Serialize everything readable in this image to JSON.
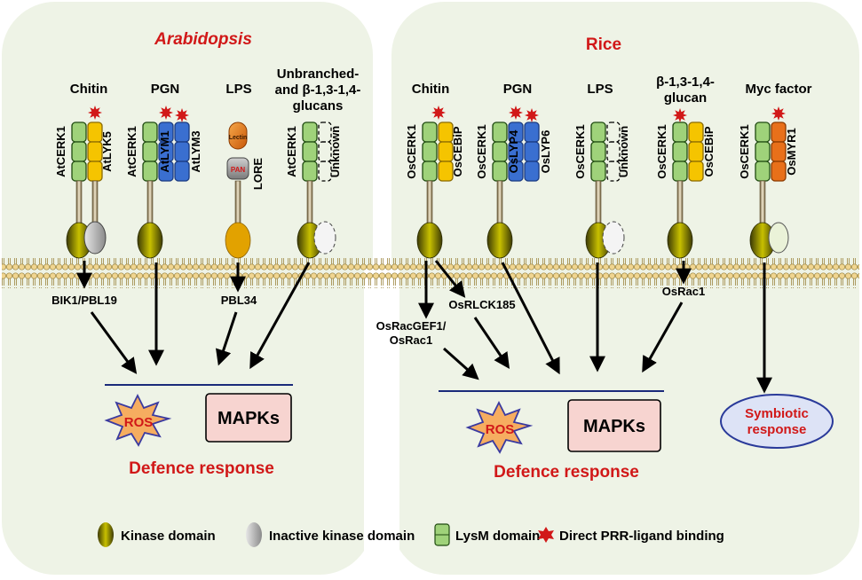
{
  "colors": {
    "panel_bg": "#eef3e6",
    "lysm_green": "#9fd27a",
    "yellow_receptor": "#f5c400",
    "blue_receptor": "#3a6fd0",
    "orange_receptor": "#e8701a",
    "kinase_gradient": [
      "#3c3a05",
      "#c8c000"
    ],
    "binding_star": "#d11818",
    "title_red": "#d11818",
    "mapk_box": "#f7d4d0"
  },
  "arabidopsis": {
    "title": "Arabidopsis",
    "ligands": [
      "Chitin",
      "PGN",
      "LPS",
      "Unbranched-",
      "and β-1,3-1,4-",
      "glucans"
    ],
    "receptors": [
      "AtCERK1",
      "AtLYK5",
      "AtCERK1",
      "AtLYM1",
      "AtLYM3",
      "Lectin",
      "PAN",
      "LORE",
      "AtCERK1",
      "Unknown"
    ],
    "signals": [
      "BIK1/PBL19",
      "PBL34"
    ],
    "ros": "ROS",
    "mapk": "MAPKs",
    "response": "Defence response"
  },
  "rice": {
    "title": "Rice",
    "ligands": [
      "Chitin",
      "PGN",
      "LPS",
      "β-1,3-1,4-",
      "glucan",
      "Myc factor"
    ],
    "receptors": [
      "OsCERK1",
      "OsCEBiP",
      "OsCERK1",
      "OsLYP4",
      "OsLYP6",
      "OsCERK1",
      "Unknown",
      "OsCERK1",
      "OsCEBiP",
      "OsCERK1",
      "OsMYR1"
    ],
    "signals": [
      "OsRLCK185",
      "OsRacGEF1/",
      "OsRac1",
      "OsRac1"
    ],
    "ros": "ROS",
    "mapk": "MAPKs",
    "response": "Defence response",
    "symbiotic": [
      "Symbiotic",
      "response"
    ]
  },
  "legend": [
    "Kinase domain",
    "Inactive kinase domain",
    "LysM domain",
    "Direct PRR-ligand binding"
  ]
}
